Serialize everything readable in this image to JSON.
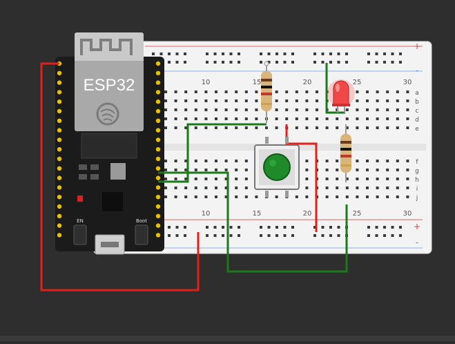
{
  "breadboard": {
    "column_labels": [
      "10",
      "15",
      "20",
      "25",
      "30"
    ],
    "row_labels_top": [
      "a",
      "b",
      "c",
      "d",
      "e"
    ],
    "row_labels_bottom": [
      "f",
      "g",
      "h",
      "i",
      "j"
    ],
    "rail_plus": "+",
    "rail_minus": "-"
  },
  "esp32": {
    "title": "ESP32",
    "button_en": "EN",
    "button_boot": "Boot"
  },
  "components": {
    "led_color": "red",
    "button_color": "green",
    "resistor_count": 2
  },
  "wires": {
    "red": "#e0201a",
    "green": "#1a7a1a"
  },
  "colors": {
    "background": "#2e2e2e",
    "board": "#1a1a1a",
    "breadboard": "#f2f2f2"
  }
}
